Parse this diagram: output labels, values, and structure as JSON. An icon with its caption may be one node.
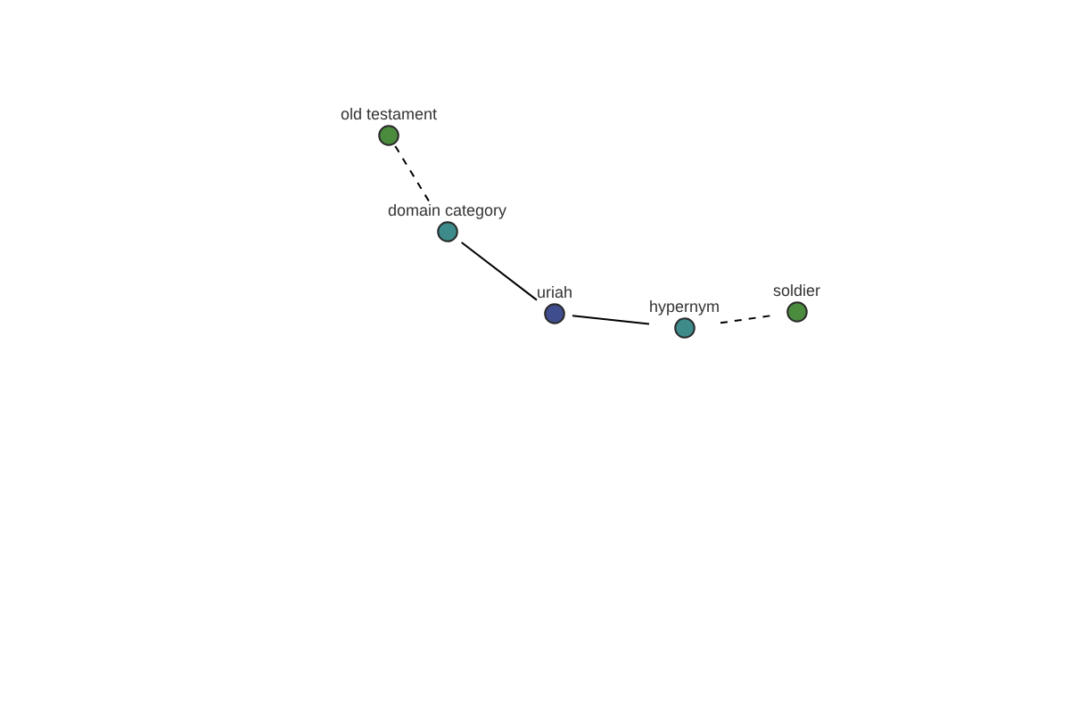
{
  "diagram": {
    "nodes": [
      {
        "text": [
          "old testament"
        ]
      },
      {
        "text": [
          "domain category"
        ]
      },
      {
        "text": [
          "uriah"
        ]
      },
      {
        "text": [
          "hypernym"
        ]
      },
      {
        "text": [
          "soldier"
        ]
      }
    ],
    "edges": [
      {
        "from": 0,
        "to": 1,
        "arrow": "none",
        "style": "dashed"
      },
      {
        "from": 1,
        "to": 2,
        "arrow": "none"
      },
      {
        "from": 2,
        "to": 3,
        "arrow": "none"
      },
      {
        "from": 3,
        "to": 4,
        "arrow": "none",
        "style": "dashed"
      }
    ]
  }
}
